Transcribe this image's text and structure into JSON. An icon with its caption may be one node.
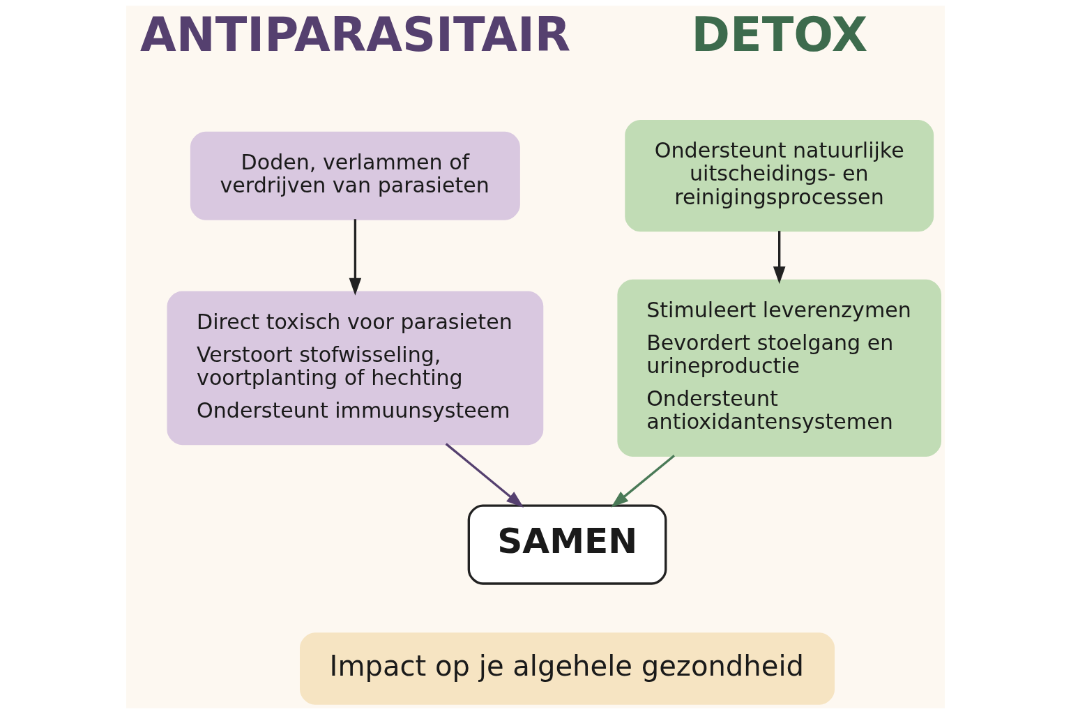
{
  "diagram": {
    "nodes": [
      {
        "text": [
          "Ondersteunt natuurlijke uitscheidings- en reinigingsprocessen"
        ]
      },
      {
        "text": [
          "Stimuleert leverenzymen",
          "Bevordert stoelgang en urineproductie",
          "Ondersteunt antioxidantensystemen"
        ]
      },
      {
        "text": [
          "Doden, verlammen of verdrijven van parasieten"
        ]
      },
      {
        "text": [
          "Direct toxisch voor parasieten",
          "Verstoort stofwisseling, voortplanting of hechting",
          "Ondersteunt immuunsysteem"
        ]
      },
      {
        "text": [
          "SAMEN"
        ]
      },
      {
        "text": [
          "Impact op je algehele gezondheid"
        ]
      }
    ],
    "edges": [
      {
        "from": 0,
        "to": 1,
        "arrow": "to"
      },
      {
        "from": 2,
        "to": 3,
        "arrow": "to"
      },
      {
        "from": 1,
        "to": 4,
        "arrow": "to",
        "color": "#4a7a57"
      },
      {
        "from": 3,
        "to": 4,
        "arrow": "to",
        "color": "#55406f"
      }
    ],
    "labels": [
      "DETOX",
      "ANTIPARASITAIR"
    ]
  }
}
